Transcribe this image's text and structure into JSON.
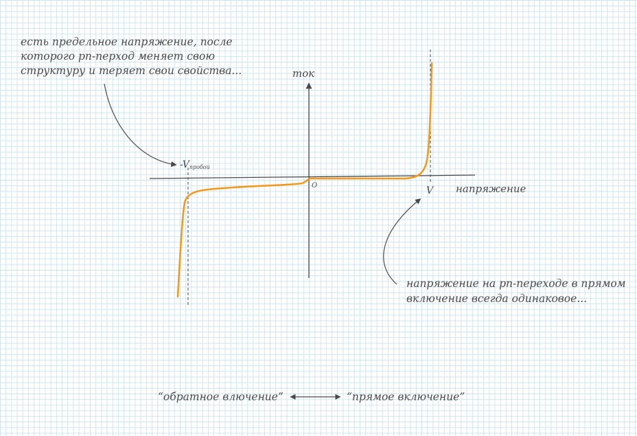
{
  "notes": {
    "breakdown_line1": "есть предельное напряжение, после",
    "breakdown_line2": "которого pn-перход меняет свою",
    "breakdown_line3": "структуру и теряет свои свойства...",
    "forward_line1": "напряжение на pn-переходе в прямом",
    "forward_line2": "включение всегда одинаковое..."
  },
  "axes": {
    "y_label": "ток",
    "x_label": "напряжение",
    "origin_label": "O"
  },
  "markers": {
    "breakdown_prefix": "-V",
    "breakdown_subscript": "пробой",
    "forward_voltage": "V"
  },
  "bottom": {
    "reverse_label": "“обратное влючение”",
    "forward_label": "“прямое включение”"
  },
  "colors": {
    "curve": "#f39a1e",
    "ink": "#4a4a4a",
    "grid": "#cfe3ee"
  }
}
